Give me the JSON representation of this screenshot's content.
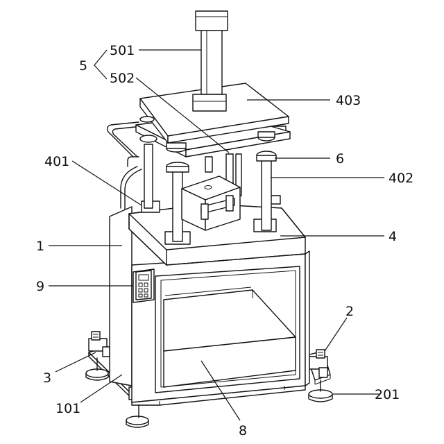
{
  "callouts": {
    "c501": "501",
    "c5": "5",
    "c502": "502",
    "c403": "403",
    "c401": "401",
    "c6": "6",
    "c402": "402",
    "c4": "4",
    "c1": "1",
    "c9": "9",
    "c2": "2",
    "c3": "3",
    "c201": "201",
    "c101": "101",
    "c8": "8"
  }
}
